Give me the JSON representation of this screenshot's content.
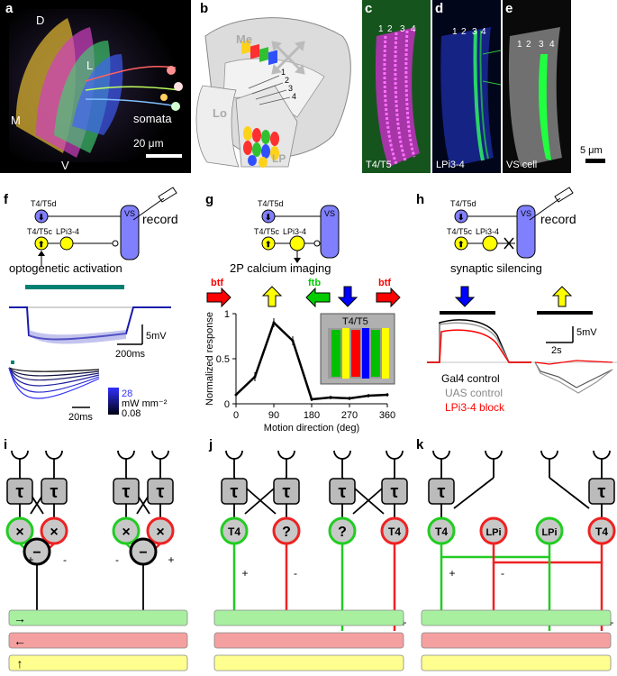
{
  "panels": {
    "a": {
      "label": "a",
      "dorsal": "D",
      "lateral": "L",
      "medial": "M",
      "ventral": "V",
      "somata": "somata",
      "scale": "20 μm"
    },
    "b": {
      "label": "b",
      "me": "Me",
      "lo": "Lo",
      "lp": "LP",
      "layers": [
        "1",
        "2",
        "3",
        "4"
      ]
    },
    "c": {
      "label": "c",
      "layers": [
        "1",
        "2",
        "3",
        "4"
      ],
      "caption": "T4/T5"
    },
    "d": {
      "label": "d",
      "layers": [
        "1",
        "2",
        "3",
        "4"
      ],
      "caption": "LPi3-4"
    },
    "e": {
      "label": "e",
      "layers": [
        "1",
        "2",
        "3",
        "4"
      ],
      "caption": "VS cell",
      "scale": "5 μm"
    },
    "f": {
      "label": "f",
      "t4t5d": "T4/T5d",
      "t4t5c": "T4/T5c",
      "lpi": "LPi3-4",
      "vs": "VS",
      "record": "record",
      "method": "optogenetic activation",
      "scale_v": "5mV",
      "scale_t": "200ms",
      "scale_t2": "20ms",
      "cbar_max": "28",
      "cbar_min": "0.08",
      "cbar_unit": "mW mm⁻²"
    },
    "g": {
      "label": "g",
      "t4t5d": "T4/T5d",
      "t4t5c": "T4/T5c",
      "lpi": "LPi3-4",
      "vs": "VS",
      "method": "2P calcium imaging",
      "btf": "btf",
      "ftb": "ftb",
      "inset": "T4/T5"
    },
    "h": {
      "label": "h",
      "t4t5d": "T4/T5d",
      "t4t5c": "T4/T5c",
      "lpi": "LPi3-4",
      "vs": "VS",
      "record": "record",
      "method": "synaptic silencing",
      "scale_v": "5mV",
      "scale_t": "2s",
      "legend": [
        "Gal4 control",
        "UAS control",
        "LPi3-4 block"
      ]
    },
    "i": {
      "label": "i",
      "tau": "τ",
      "mult": "×",
      "minus": "−",
      "plus": "+",
      "neg": "-"
    },
    "j": {
      "label": "j",
      "tau": "τ",
      "t4": "T4",
      "unknown": "?",
      "plus": "+",
      "neg": "-"
    },
    "k": {
      "label": "k",
      "tau": "τ",
      "t4": "T4",
      "lpi": "LPi",
      "plus": "+",
      "neg": "-"
    }
  },
  "colors": {
    "green": "#00cc00",
    "red": "#ff0000",
    "yellow": "#ffff00",
    "blue": "#0000ff",
    "navy": "#1a1aa8",
    "teal": "#007f73"
  },
  "chart_data": {
    "type": "line",
    "x": [
      0,
      45,
      90,
      135,
      180,
      225,
      270,
      315,
      360
    ],
    "values": [
      0.1,
      0.3,
      0.9,
      0.7,
      0.05,
      0.07,
      0.06,
      0.09,
      0.1
    ],
    "errors": [
      0.02,
      0.05,
      0.05,
      0.05,
      0.02,
      0.02,
      0.02,
      0.02,
      0.02
    ],
    "xlabel": "Motion direction (deg)",
    "ylabel": "Normalized response",
    "xticks": [
      "0",
      "90",
      "180",
      "270",
      "360"
    ],
    "yticks": [
      "0",
      "0.5",
      "1"
    ],
    "xlim": [
      0,
      360
    ],
    "ylim": [
      0,
      1
    ]
  }
}
